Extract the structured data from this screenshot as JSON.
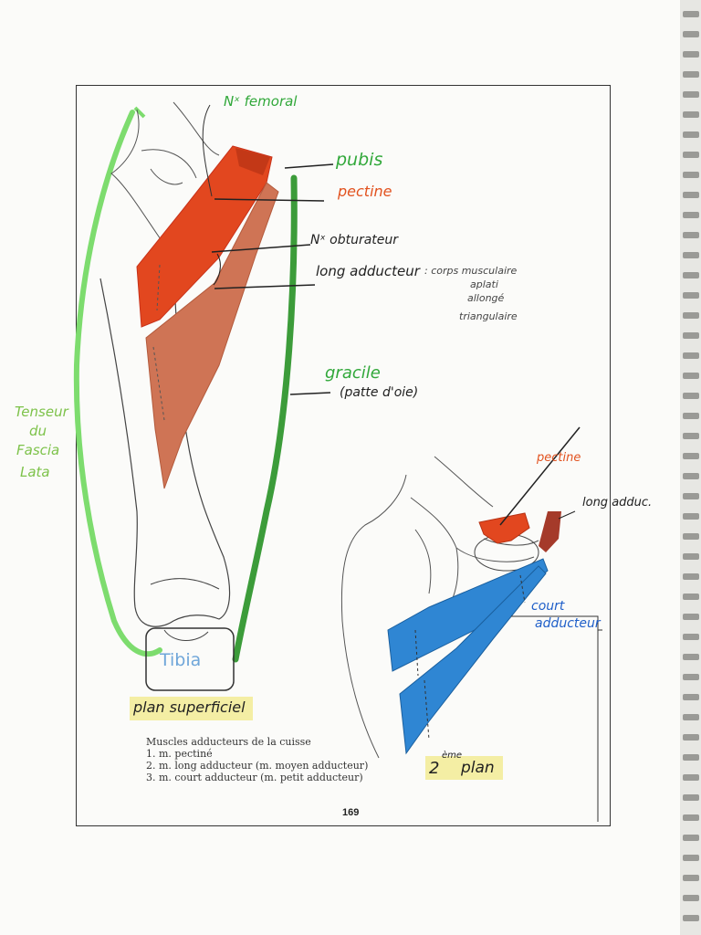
{
  "labels": {
    "nerf_femoral": "Nˣ femoral",
    "pubis": "pubis",
    "pectine": "pectine",
    "nerf_obturateur": "Nˣ obturateur",
    "long_adducteur": "long adducteur",
    "description_line1": ": corps musculaire",
    "description_line2": "aplati",
    "description_line3": "allongé",
    "description_line4": "triangulaire",
    "gracile": "gracile",
    "patte_oie": "(patte d'oie)",
    "tenseur_line1": "Tenseur",
    "tenseur_line2": "du",
    "tenseur_line3": "Fascia",
    "tenseur_line4": "Lata",
    "tibia": "Tibia",
    "plan_superficiel": "plan superficiel",
    "pectine_2": "pectine",
    "long_adduc": "long adduc.",
    "court_adducteur_line1": "court",
    "court_adducteur_line2": "adducteur",
    "deuxieme_plan_num": "2",
    "deuxieme_plan_sup": "ème",
    "deuxieme_plan_word": "plan"
  },
  "caption": {
    "title": "Muscles adducteurs de la cuisse",
    "item1": "1. m. pectiné",
    "item2": "2. m. long adducteur (m. moyen adducteur)",
    "item3": "3. m. court adducteur (m. petit adducteur)"
  },
  "page_number": "169",
  "colors": {
    "pectine": "#e2471f",
    "long_adducteur": "#cf7455",
    "gracile": "#3c9c3a",
    "tenseur": "#7ddc6e",
    "court_adducteur": "#2f86d3",
    "handwriting_green": "#31a83a",
    "handwriting_orange": "#e2521f",
    "handwriting_blue": "#1f5fc9",
    "highlight": "#f3ec9a"
  }
}
